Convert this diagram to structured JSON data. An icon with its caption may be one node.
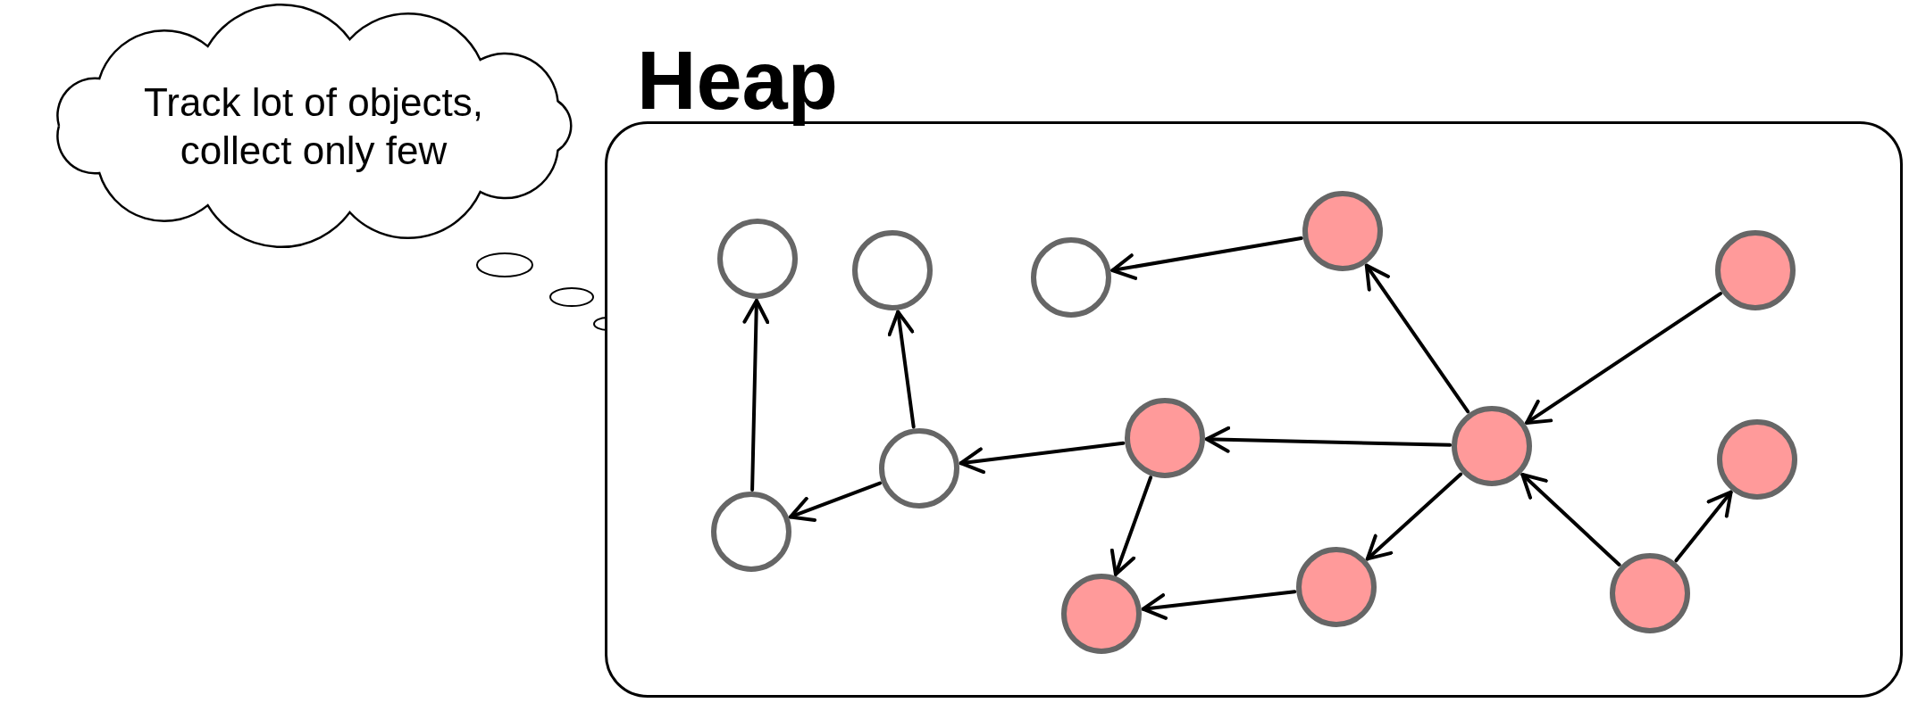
{
  "diagram": {
    "nodes": [
      {
        "text": [
          "Track lot of objects, collect only few"
        ]
      },
      {
        "text": [
          "Heap"
        ]
      },
      {
        "text": [],
        "shape": "circle",
        "in": 1
      },
      {
        "text": [],
        "shape": "circle",
        "in": 1
      },
      {
        "text": [],
        "shape": "circle",
        "in": 1
      },
      {
        "text": [],
        "shape": "circle",
        "in": 1
      },
      {
        "text": [],
        "shape": "circle",
        "in": 1
      },
      {
        "text": [],
        "shape": "circle",
        "in": 1
      },
      {
        "text": [],
        "shape": "circle",
        "in": 1
      },
      {
        "text": [],
        "shape": "circle",
        "in": 1
      },
      {
        "text": [],
        "shape": "circle",
        "in": 1
      },
      {
        "text": [],
        "shape": "circle",
        "in": 1
      },
      {
        "text": [],
        "shape": "circle",
        "in": 1
      },
      {
        "text": [],
        "shape": "circle",
        "in": 1
      },
      {
        "text": [],
        "shape": "circle",
        "in": 1
      }
    ],
    "edges": [
      {
        "from": 7,
        "to": 2,
        "arrow": "to"
      },
      {
        "from": 8,
        "to": 3,
        "arrow": "to"
      },
      {
        "from": 8,
        "to": 7,
        "arrow": "to"
      },
      {
        "from": 9,
        "to": 8,
        "arrow": "to"
      },
      {
        "from": 5,
        "to": 4,
        "arrow": "to"
      },
      {
        "from": 10,
        "to": 9,
        "arrow": "to"
      },
      {
        "from": 10,
        "to": 5,
        "arrow": "to"
      },
      {
        "from": 6,
        "to": 10,
        "arrow": "to"
      },
      {
        "from": 10,
        "to": 13,
        "arrow": "to"
      },
      {
        "from": 13,
        "to": 12,
        "arrow": "to"
      },
      {
        "from": 9,
        "to": 12,
        "arrow": "to"
      },
      {
        "from": 14,
        "to": 10,
        "arrow": "to"
      },
      {
        "from": 14,
        "to": 11,
        "arrow": "to"
      }
    ]
  }
}
